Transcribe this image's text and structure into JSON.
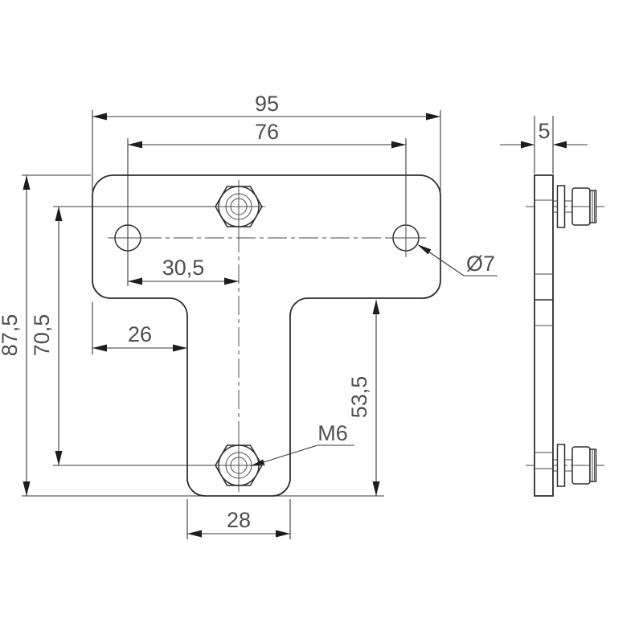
{
  "colors": {
    "background": "#ffffff",
    "line": "#2f2f2f",
    "dimension_text": "#4f4f4f"
  },
  "front_view": {
    "dimensions": {
      "overall_width": "95",
      "hole_spacing": "76",
      "hole_to_stud_center": "30,5",
      "edge_to_stem": "26",
      "overall_height": "87,5",
      "stud_spacing": "70,5",
      "stem_height": "53,5",
      "stem_width": "28"
    },
    "labels": {
      "hole_diameter": "Ø7",
      "stud_thread": "M6"
    }
  },
  "side_view": {
    "dimensions": {
      "thickness": "5"
    }
  }
}
